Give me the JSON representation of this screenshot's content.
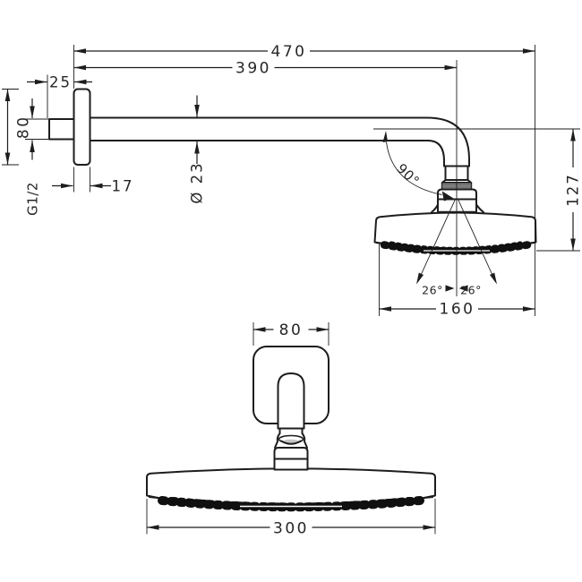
{
  "side_view": {
    "dim_470": "470",
    "dim_390": "390",
    "dim_25": "25",
    "dim_80": "80",
    "thread_label": "G1/2",
    "dim_17": "17",
    "diameter_label": "Ø 23",
    "angle_label": "90°",
    "dim_127": "127",
    "spray_angle_left": "26°",
    "spray_angle_right": "26°",
    "dim_160": "160"
  },
  "front_view": {
    "dim_80": "80",
    "dim_300": "300"
  },
  "colors": {
    "line": "#1d1d1d",
    "text": "#262626",
    "background": "#ffffff",
    "thread_fill": "#919191"
  }
}
